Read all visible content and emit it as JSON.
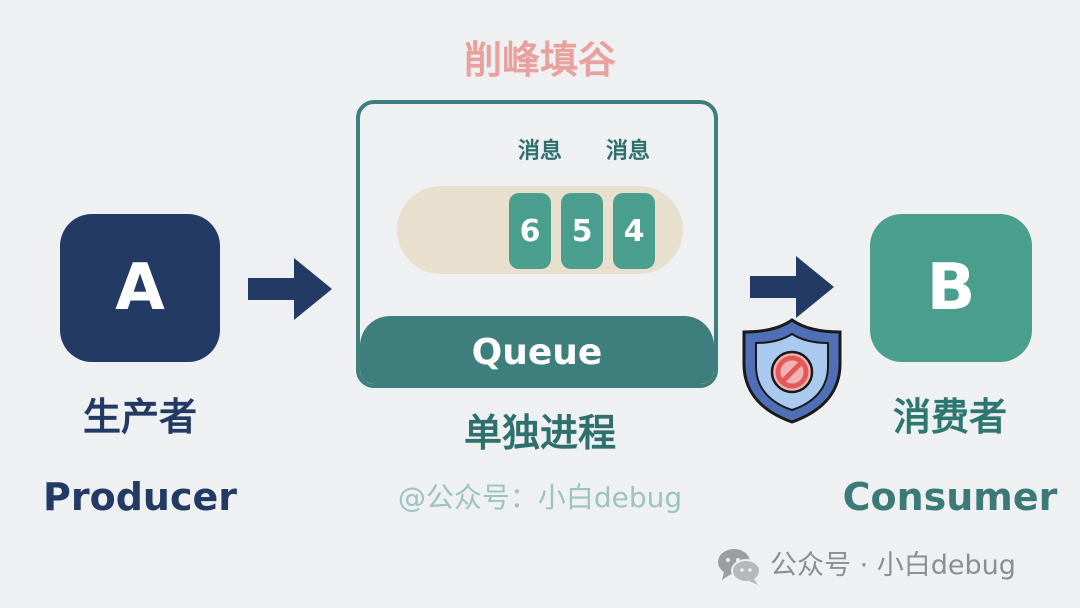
{
  "title": "削峰填谷",
  "producer": {
    "letter": "A",
    "label_cn": "生产者",
    "label_en": "Producer"
  },
  "consumer": {
    "letter": "B",
    "label_cn": "消费者",
    "label_en": "Consumer"
  },
  "queue": {
    "label": "Queue",
    "process_label": "单独进程",
    "message_labels": [
      "消息",
      "消息"
    ],
    "messages": [
      "6",
      "5",
      "4"
    ]
  },
  "credit": "@公众号：小白debug",
  "watermark": "公众号 · 小白debug",
  "colors": {
    "producer": "#233b64",
    "consumer": "#4a9e8d",
    "queue": "#3e7f7d",
    "title": "#e8a19c",
    "track": "#e8dfcf",
    "shield_outer": "#4f6fb6",
    "shield_inner": "#a9c9ee",
    "block_sign": "#e45a5a"
  },
  "icons": {
    "arrows": "right-arrow-icon",
    "shield": "shield-block-icon",
    "watermark": "wechat-icon"
  }
}
